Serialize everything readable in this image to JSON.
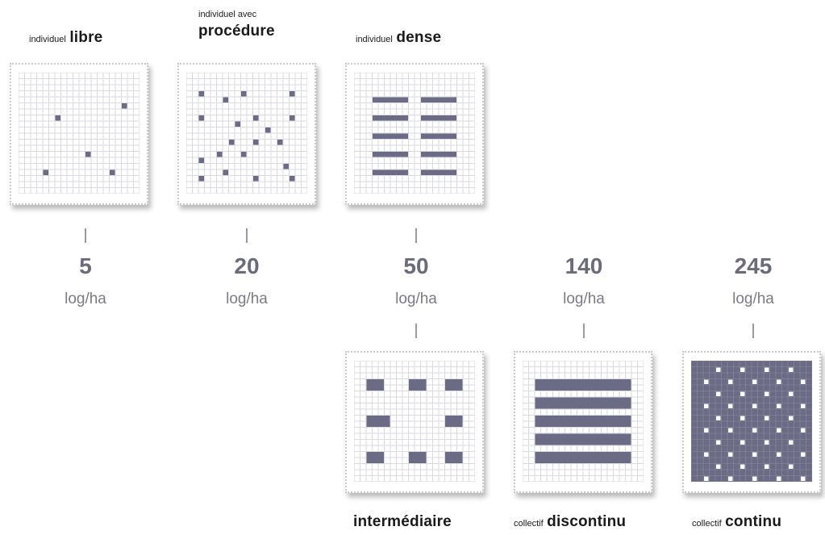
{
  "colors": {
    "fill": "#6b6b85",
    "grid": "#d9d9e0",
    "number": "#6b6b7a",
    "unit": "#7a7a88"
  },
  "types": [
    {
      "id": "libre",
      "prefix": "individuel",
      "main": "libre",
      "value": "5",
      "unit": "log/ha"
    },
    {
      "id": "procedure",
      "prefix": "individuel avec",
      "main": "procédure",
      "value": "20",
      "unit": "log/ha"
    },
    {
      "id": "dense",
      "prefix": "individuel",
      "main": "dense",
      "value": "50",
      "unit": "log/ha"
    },
    {
      "id": "intermediaire",
      "prefix": "",
      "main": "intermédiaire"
    },
    {
      "id": "discontinu",
      "prefix": "collectif",
      "main": "discontinu",
      "value": "140",
      "unit": "log/ha"
    },
    {
      "id": "continu",
      "prefix": "collectif",
      "main": "continu",
      "value": "245",
      "unit": "log/ha"
    }
  ]
}
